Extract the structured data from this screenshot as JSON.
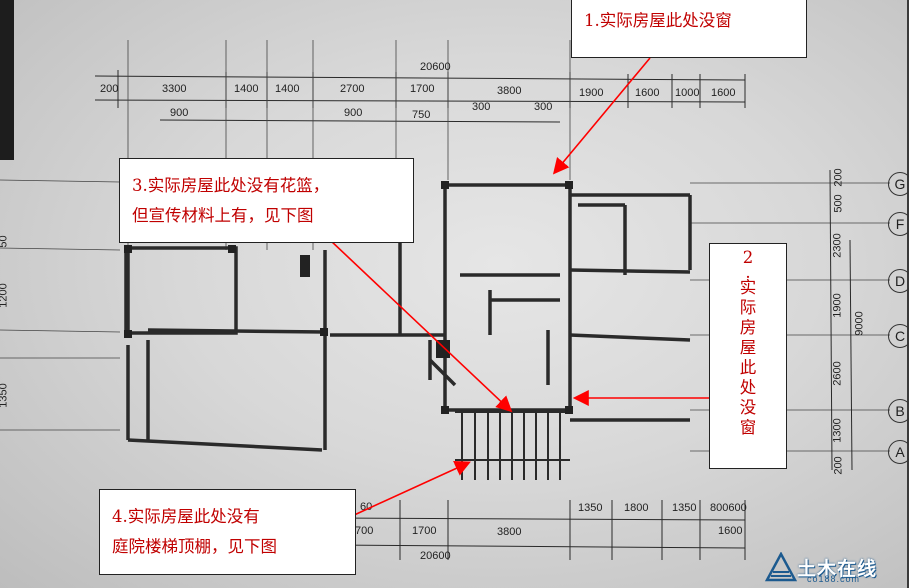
{
  "dims_top_total": "20600",
  "dims_top_row": [
    "200",
    "3300",
    "1400",
    "1400",
    "2700",
    "1700",
    "3800",
    "1900",
    "1600",
    "1000",
    "1600"
  ],
  "dims_top_sub": [
    "900",
    "900",
    "750",
    "300",
    "300"
  ],
  "dims_bottom_total": "20600",
  "dims_bottom_row": [
    "700",
    "1700",
    "3800",
    "1350",
    "1800",
    "1350",
    "800600",
    "1600"
  ],
  "dims_bottom_partial": "60",
  "dims_right_rotated": [
    "200",
    "500",
    "2300",
    "1900",
    "9000",
    "2600",
    "1300",
    "200"
  ],
  "dims_left_rotated": [
    "50",
    "1200",
    "1350"
  ],
  "axis_labels": [
    "G",
    "F",
    "D",
    "C",
    "B",
    "A"
  ],
  "callout1": {
    "text": "1.实际房屋此处没窗"
  },
  "callout2": {
    "chars": [
      "2",
      ".",
      "实",
      "际",
      "房",
      "屋",
      "此",
      "处",
      "没",
      "窗"
    ]
  },
  "callout3": {
    "line1": "3.实际房屋此处没有花篮，",
    "line2": "但宣传材料上有，见下图"
  },
  "callout4": {
    "line1": "4.实际房屋此处没有",
    "line2": "庭院楼梯顶棚，见下图"
  },
  "watermark": {
    "text": "土木在线",
    "subtext": "co188.com"
  },
  "colors": {
    "callout_text": "#c00000",
    "arrow": "#ff0000",
    "linework": "#2a2a2a",
    "logo_blue": "#1c5a8f"
  }
}
